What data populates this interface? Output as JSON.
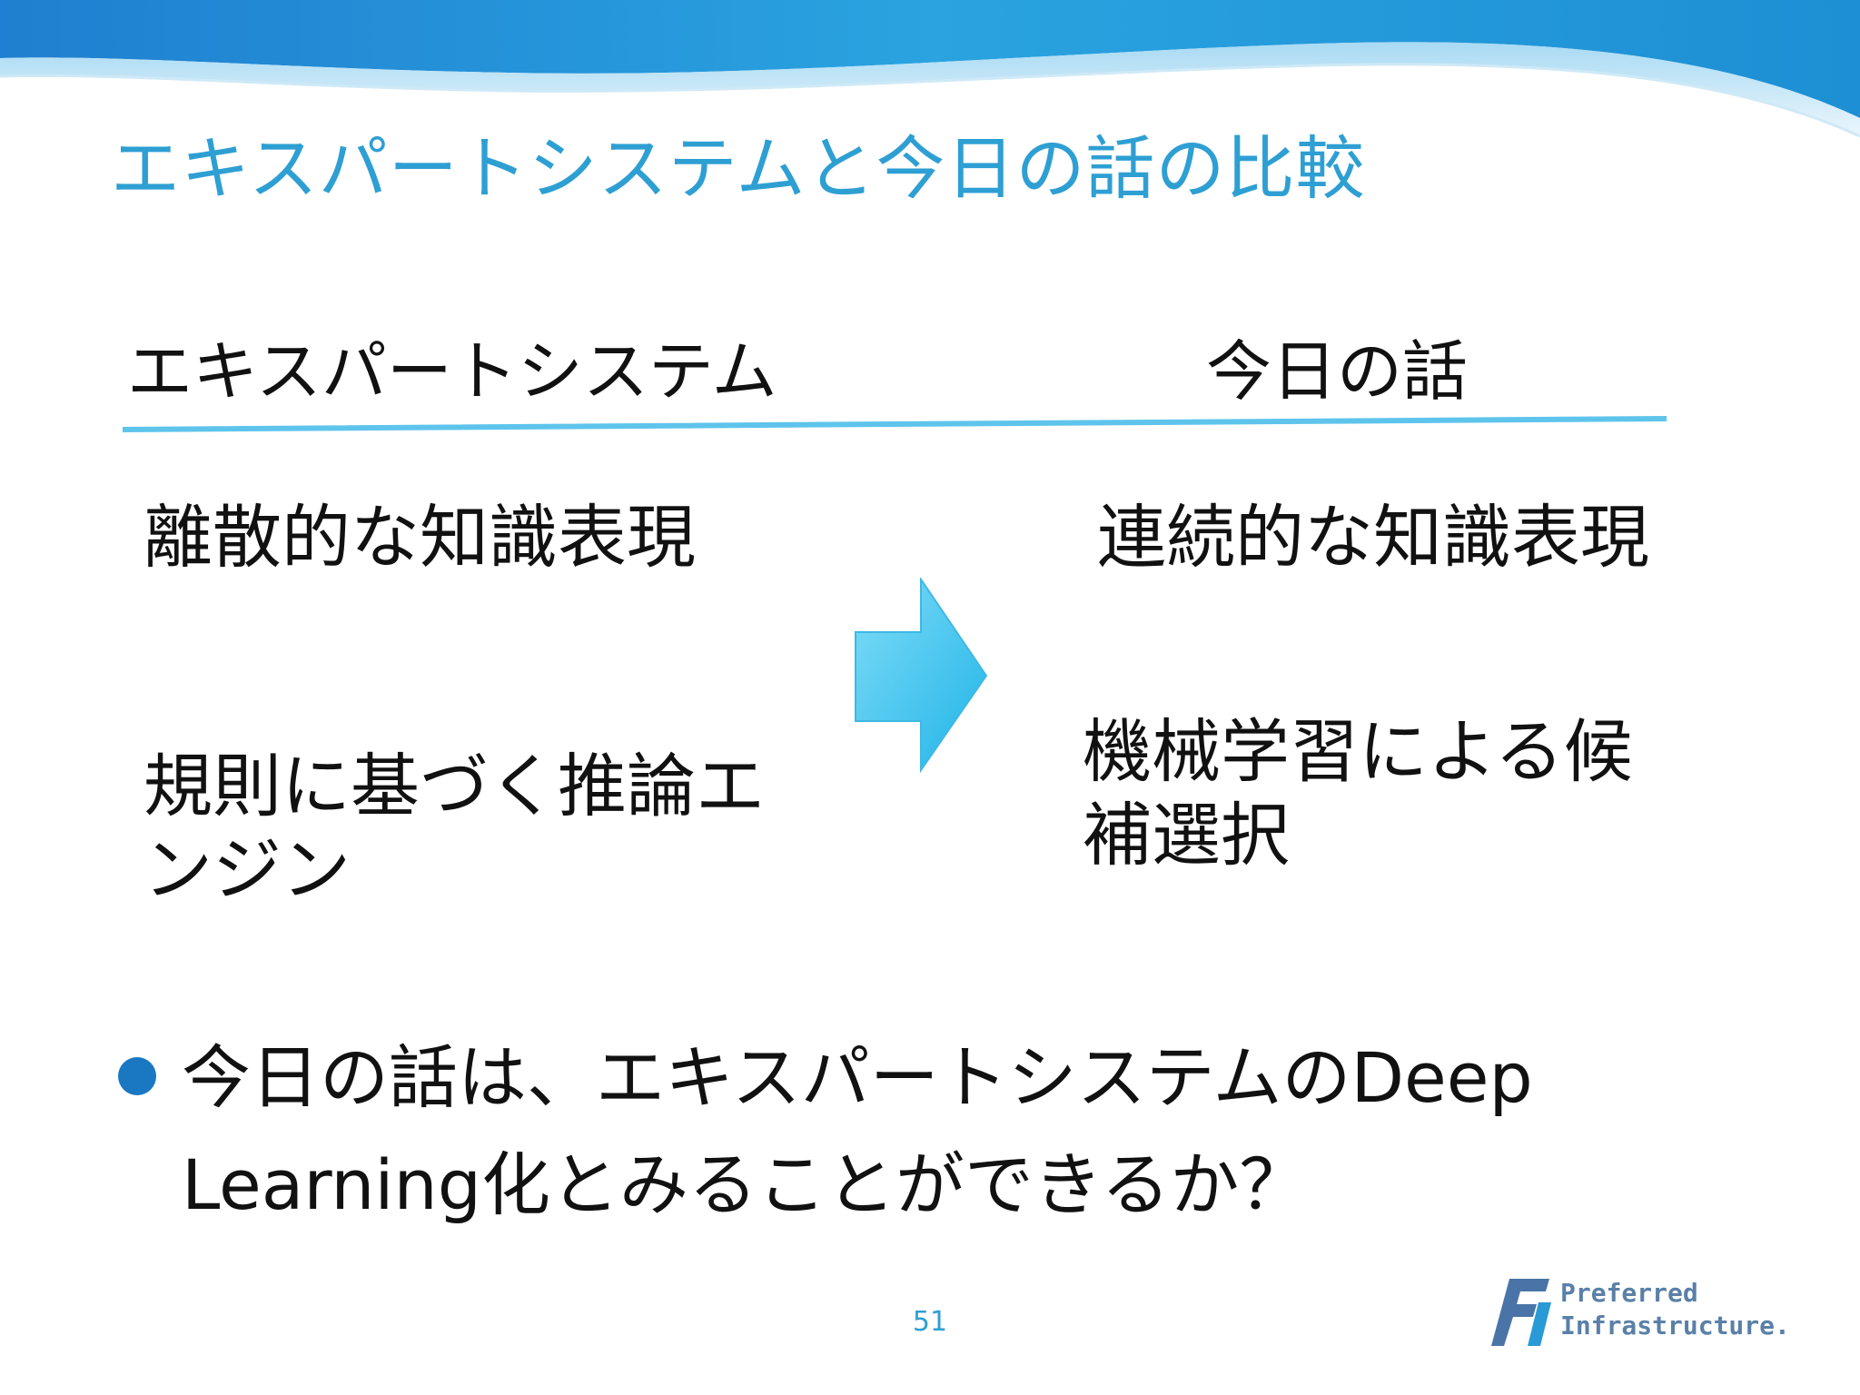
{
  "slide": {
    "title": "エキスパートシステムと今日の話の比較",
    "page_number": "51"
  },
  "comparison": {
    "left_heading": "エキスパートシステム",
    "right_heading": "今日の話",
    "rows": [
      {
        "left": "離散的な知識表現",
        "right": "連続的な知識表現"
      },
      {
        "left": "規則に基づく推論エンジン",
        "right": "機械学習による候補選択"
      }
    ]
  },
  "bullets": [
    "今日の話は、エキスパートシステムのDeep Learning化とみることができるか？"
  ],
  "logo": {
    "line1": "Preferred",
    "line2": "Infrastructure."
  },
  "colors": {
    "title": "#2e9fd3",
    "divider": "#5ec4ec",
    "arrow": "#35c6f0",
    "bullet": "#1a78c2",
    "logo": "#5a80a8"
  }
}
